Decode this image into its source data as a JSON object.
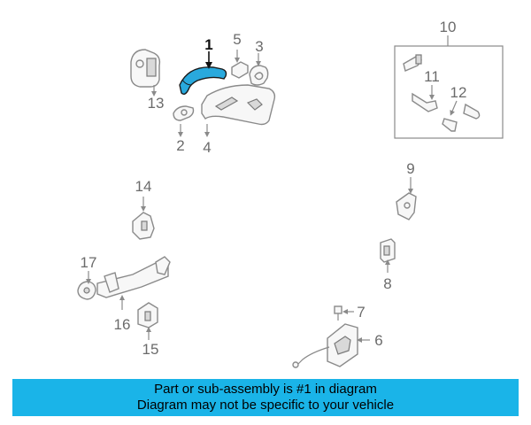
{
  "diagram": {
    "highlight_color": "#29a9dd",
    "callouts": [
      {
        "id": "1",
        "label": "1"
      },
      {
        "id": "2",
        "label": "2"
      },
      {
        "id": "3",
        "label": "3"
      },
      {
        "id": "4",
        "label": "4"
      },
      {
        "id": "5",
        "label": "5"
      },
      {
        "id": "6",
        "label": "6"
      },
      {
        "id": "7",
        "label": "7"
      },
      {
        "id": "8",
        "label": "8"
      },
      {
        "id": "9",
        "label": "9"
      },
      {
        "id": "10",
        "label": "10"
      },
      {
        "id": "11",
        "label": "11"
      },
      {
        "id": "12",
        "label": "12"
      },
      {
        "id": "13",
        "label": "13"
      },
      {
        "id": "14",
        "label": "14"
      },
      {
        "id": "15",
        "label": "15"
      },
      {
        "id": "16",
        "label": "16"
      },
      {
        "id": "17",
        "label": "17"
      }
    ]
  },
  "banner": {
    "line1": "Part or sub-assembly is #1 in diagram",
    "line2": "Diagram may not be specific to your vehicle",
    "color": "#1ab4e8"
  }
}
